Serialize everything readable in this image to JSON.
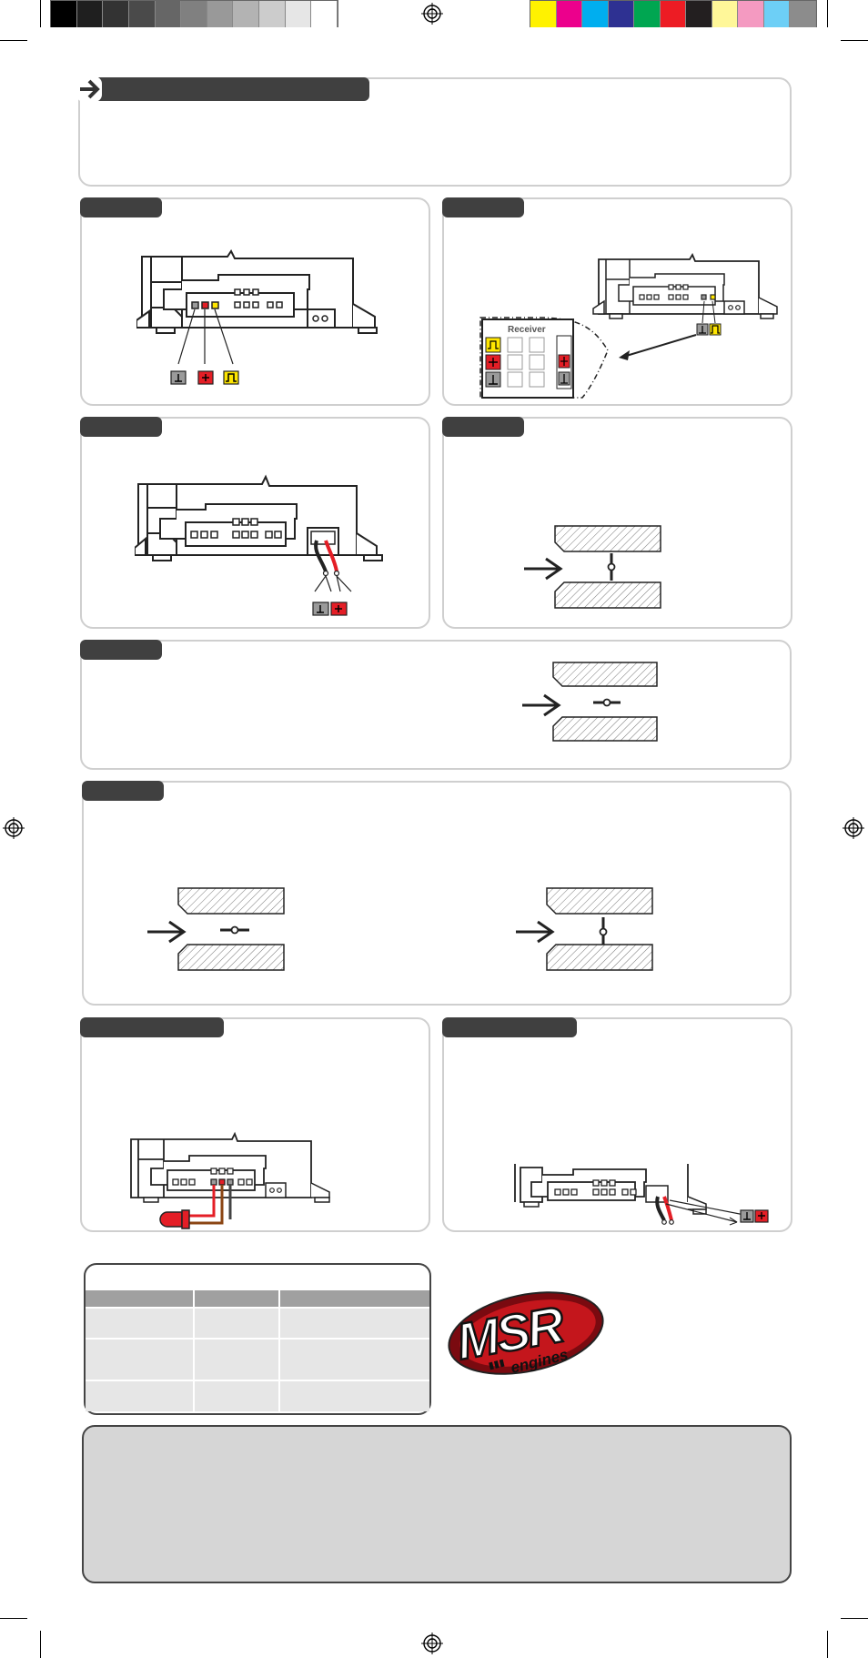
{
  "color_bar": {
    "grays": [
      "#000000",
      "#1f1f1f",
      "#333333",
      "#4a4a4a",
      "#666666",
      "#808080",
      "#999999",
      "#b3b3b3",
      "#cccccc",
      "#e6e6e6",
      "#ffffff"
    ],
    "colors": [
      "#fff200",
      "#ec008c",
      "#00aeef",
      "#2e3192",
      "#00a651",
      "#ed1c24",
      "#231f20",
      "#fff799",
      "#f49ac1",
      "#6dcff6",
      "#8c8c8c"
    ]
  },
  "receiver_diagram": {
    "label": "Receiver"
  },
  "logo": {
    "main": "MSR",
    "sub": "engines"
  },
  "accent_colors": {
    "signal": "#ffe600",
    "positive": "#e41e26",
    "ground": "#9a9a9a",
    "tab": "#404040",
    "card_border": "#cfcfcf",
    "info_box": "#d6d6d6"
  }
}
